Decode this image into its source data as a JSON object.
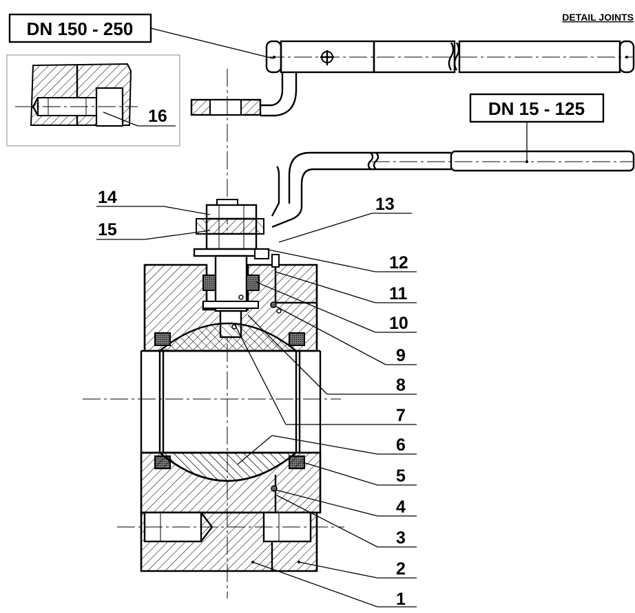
{
  "header": {
    "title": "DETAIL JOINTS"
  },
  "size_labels": {
    "large": "DN 150 - 250",
    "small": "DN 15 - 125"
  },
  "detail_part_number": "16",
  "part_numbers": [
    "14",
    "15",
    "13",
    "12",
    "11",
    "10",
    "9",
    "8",
    "7",
    "6",
    "5",
    "4",
    "3",
    "2",
    "1"
  ]
}
